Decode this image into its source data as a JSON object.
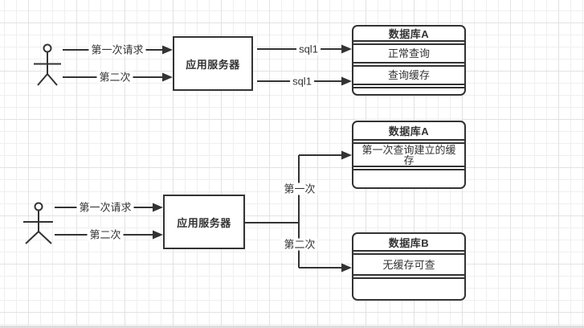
{
  "diagram": {
    "colors": {
      "stroke": "#333333",
      "text": "#333333",
      "canvas_background": "#ffffff",
      "grid_minor": "#efefef",
      "grid_major": "#e2e2e2"
    },
    "top_flow": {
      "request1_label": "第一次请求",
      "request2_label": "第二次",
      "server_label": "应用服务器",
      "sql_edge1_label": "sql1",
      "sql_edge2_label": "sql1",
      "database_a": {
        "title": "数据库A",
        "row1": "正常查询",
        "row2": "查询缓存",
        "row3": ""
      }
    },
    "bottom_flow": {
      "request1_label": "第一次请求",
      "request2_label": "第二次",
      "server_label": "应用服务器",
      "branch1_label": "第一次",
      "branch2_label": "第二次",
      "database_a": {
        "title": "数据库A",
        "row1": "第一次查询建立的缓存",
        "row2": ""
      },
      "database_b": {
        "title": "数据库B",
        "row1": "无缓存可查",
        "row2": ""
      }
    }
  }
}
